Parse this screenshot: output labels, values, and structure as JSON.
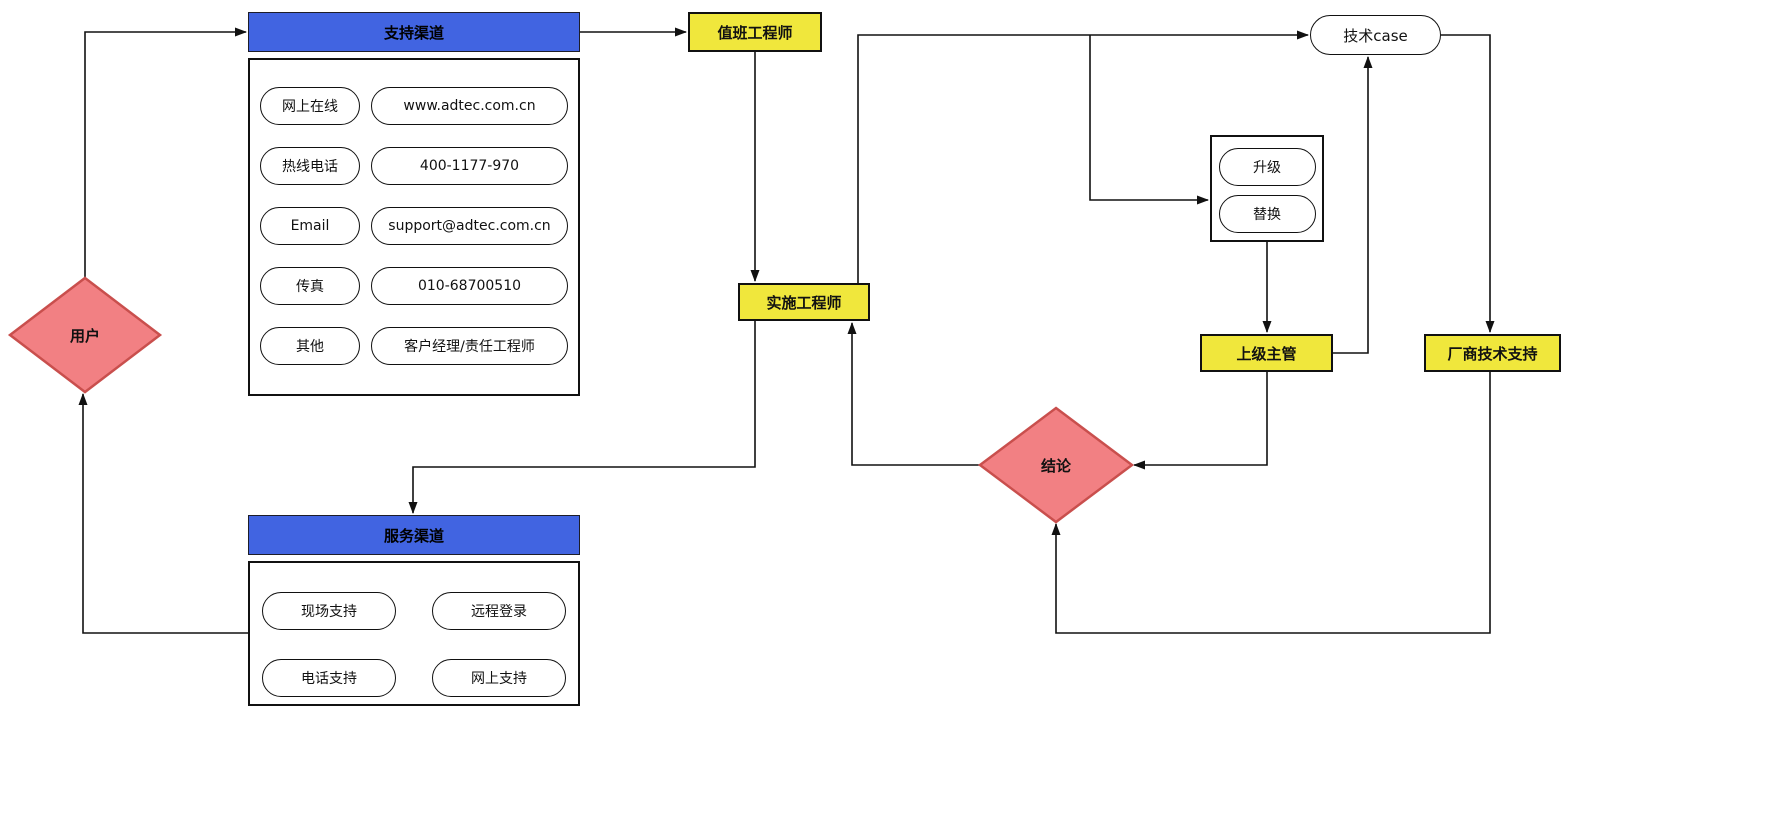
{
  "diagram": {
    "user": {
      "label": "用户"
    },
    "support_channel": {
      "title": "支持渠道",
      "rows": [
        {
          "label": "网上在线",
          "value": "www.adtec.com.cn"
        },
        {
          "label": "热线电话",
          "value": "400-1177-970"
        },
        {
          "label": "Email",
          "value": "support@adtec.com.cn"
        },
        {
          "label": "传真",
          "value": "010-68700510"
        },
        {
          "label": "其他",
          "value": "客户经理/责任工程师"
        }
      ]
    },
    "duty_engineer": {
      "label": "值班工程师"
    },
    "implementation_engineer": {
      "label": "实施工程师"
    },
    "tech_case": {
      "label": "技术case"
    },
    "escalation_options": [
      "升级",
      "替换"
    ],
    "superior_manager": {
      "label": "上级主管"
    },
    "vendor_support": {
      "label": "厂商技术支持"
    },
    "conclusion": {
      "label": "结论"
    },
    "service_channel": {
      "title": "服务渠道",
      "items": [
        "现场支持",
        "远程登录",
        "电话支持",
        "网上支持"
      ]
    }
  },
  "colors": {
    "header_blue": "#4164e1",
    "highlight_yellow": "#f0e73c",
    "decision_red_fill": "#f28083",
    "decision_red_border": "#c94f4d",
    "line_black": "#111111"
  }
}
